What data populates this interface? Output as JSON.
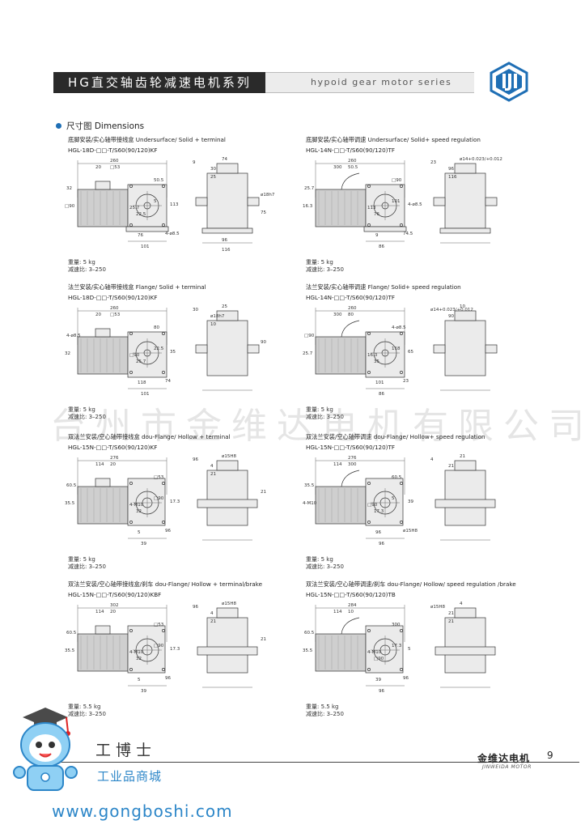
{
  "header": {
    "title_cn": "HG直交轴齿轮减速电机系列",
    "title_en": "hypoid gear motor series"
  },
  "section": {
    "title": "尺寸图 Dimensions"
  },
  "diagrams": [
    {
      "caption": "底脚安装/实心轴带接线盒  Undersurface/ Solid + terminal",
      "model": "HGL-18D-□□-T/S60(90/120)KF",
      "weight": "重量:  5 kg",
      "ratio": "减速比:  3–250",
      "dims": [
        "260",
        "20",
        "□53",
        "50.5",
        "32",
        "□90",
        "25.7",
        "22.5",
        "5",
        "113",
        "76",
        "101",
        "4-ø8.5",
        "9",
        "74",
        "30",
        "25",
        "ø18h7",
        "75",
        "96",
        "116"
      ]
    },
    {
      "caption": "底脚安装/实心轴带调速  Undersurface/ Solid+ speed regulation",
      "model": "HGL-14N-□□-T/S60(90/120)TF",
      "weight": "重量:  5 kg",
      "ratio": "减速比:  3–250",
      "dims": [
        "260",
        "300",
        "50.5",
        "□90",
        "25.7",
        "16.3",
        "113",
        "76",
        "101",
        "4-ø8.5",
        "9",
        "86",
        "74.5",
        "23",
        "ø14+0.023/+0.012",
        "96",
        "116"
      ]
    },
    {
      "caption": "法兰安装/实心轴带接线盒  Flange/ Solid + terminal",
      "model": "HGL-18D-□□-T/S60(90/120)KF",
      "weight": "重量:  5 kg",
      "ratio": "减速比:  3–250",
      "dims": [
        "260",
        "20",
        "□53",
        "80",
        "4-ø8.5",
        "32",
        "□90",
        "25.7",
        "22.5",
        "35",
        "118",
        "101",
        "74",
        "30",
        "25",
        "ø18h7",
        "10",
        "90"
      ]
    },
    {
      "caption": "法兰安装/实心轴带调速  Flange/ Solid+ speed regulation",
      "model": "HGL-14N-□□-T/S60(90/120)TF",
      "weight": "重量:  5 kg",
      "ratio": "减速比:  3–250",
      "dims": [
        "260",
        "300",
        "80",
        "4-ø8.5",
        "□90",
        "25.7",
        "16.3",
        "35",
        "118",
        "65",
        "101",
        "86",
        "23",
        "ø14+0.023/+0.012",
        "10",
        "90"
      ]
    },
    {
      "caption": "双法兰安装/空心轴带接线盒  dou-Flange/ Hollow + terminal",
      "model": "HGL-15N-□□-T/S60(90/120)KF",
      "weight": "重量:  5 kg",
      "ratio": "减速比:  3–250",
      "dims": [
        "276",
        "114",
        "20",
        "□53",
        "60.5",
        "35.5",
        "4-M10",
        "32",
        "□90",
        "17.3",
        "5",
        "39",
        "96",
        "96",
        "ø15H8",
        "4",
        "21",
        "21"
      ]
    },
    {
      "caption": "双法兰安装/空心轴带调速  dou-Flange/ Hollow+ speed regulation",
      "model": "HGL-15N-□□-T/S60(90/120)TF",
      "weight": "重量:  5 kg",
      "ratio": "减速比:  3–250",
      "dims": [
        "276",
        "114",
        "300",
        "60.5",
        "35.5",
        "4-M10",
        "□90",
        "17.3",
        "5",
        "39",
        "96",
        "96",
        "ø15H8",
        "4",
        "21",
        "21"
      ]
    },
    {
      "caption": "双法兰安装/空心轴带接线盒/刹车  dou-Flange/ Hollow + terminal/brake",
      "model": "HGL-15N-□□-T/S60(90/120)KBF",
      "weight": "重量:  5.5 kg",
      "ratio": "减速比:  3–250",
      "dims": [
        "302",
        "114",
        "20",
        "□53",
        "60.5",
        "35.5",
        "4-M10",
        "32",
        "□90",
        "17.3",
        "5",
        "39",
        "96",
        "96",
        "ø15H8",
        "4",
        "21",
        "21"
      ]
    },
    {
      "caption": "双法兰安装/空心轴带调速/刹车  dou-Flange/ Hollow/ speed regulation /brake",
      "model": "HGL-15N-□□-T/S60(90/120)TB",
      "weight": "重量:  5.5 kg",
      "ratio": "减速比:  3–250",
      "dims": [
        "284",
        "114",
        "10",
        "300",
        "60.5",
        "35.5",
        "4-M10",
        "□90",
        "17.3",
        "5",
        "39",
        "96",
        "96",
        "ø15H8",
        "4",
        "21",
        "21"
      ]
    }
  ],
  "watermark": "台州市金维达电机有限公司",
  "footer": {
    "brand_cn": "金维达电机",
    "brand_en": "JINWEIDA MOTOR",
    "page": "9"
  },
  "gongboshi": {
    "name": "工博士",
    "subtitle": "工业品商城",
    "url": "www.gongboshi.com"
  },
  "colors": {
    "header_dark": "#2a2a2a",
    "accent_blue": "#1f6fb5",
    "gongboshi_blue": "#2c86c8"
  }
}
